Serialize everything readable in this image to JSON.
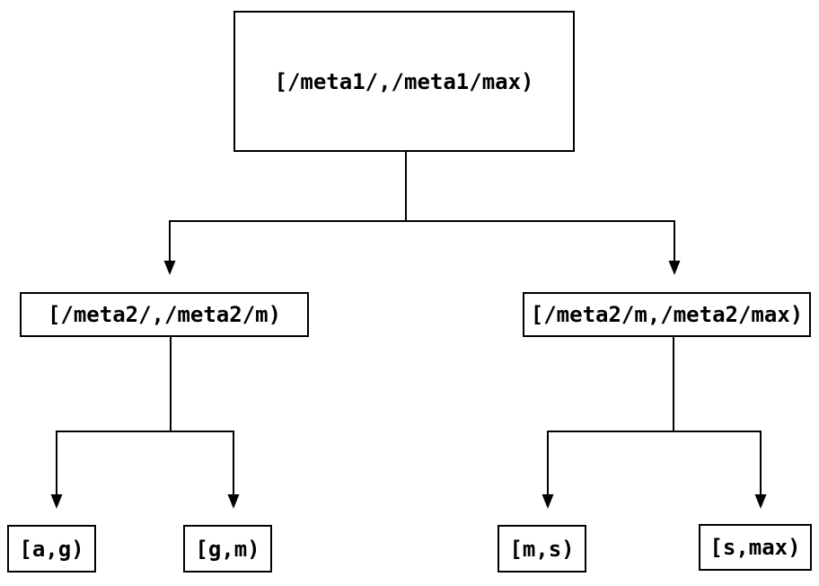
{
  "diagram": {
    "type": "binary-interval-tree",
    "background_color": "#ffffff",
    "line_color": "#000000",
    "nodes": [
      {
        "id": "root",
        "label": "[/meta1/,/meta1/max)",
        "level": 0
      },
      {
        "id": "meta2-left",
        "label": "[/meta2/,/meta2/m)",
        "level": 1
      },
      {
        "id": "meta2-right",
        "label": "[/meta2/m,/meta2/max)",
        "level": 1
      },
      {
        "id": "leaf-ag",
        "label": "[a,g)",
        "level": 2
      },
      {
        "id": "leaf-gm",
        "label": "[g,m)",
        "level": 2
      },
      {
        "id": "leaf-ms",
        "label": "[m,s)",
        "level": 2
      },
      {
        "id": "leaf-smax",
        "label": "[s,max)",
        "level": 2
      }
    ],
    "edges": [
      {
        "from": "root",
        "to": "meta2-left"
      },
      {
        "from": "root",
        "to": "meta2-right"
      },
      {
        "from": "meta2-left",
        "to": "leaf-ag"
      },
      {
        "from": "meta2-left",
        "to": "leaf-gm"
      },
      {
        "from": "meta2-right",
        "to": "leaf-ms"
      },
      {
        "from": "meta2-right",
        "to": "leaf-smax"
      }
    ]
  }
}
